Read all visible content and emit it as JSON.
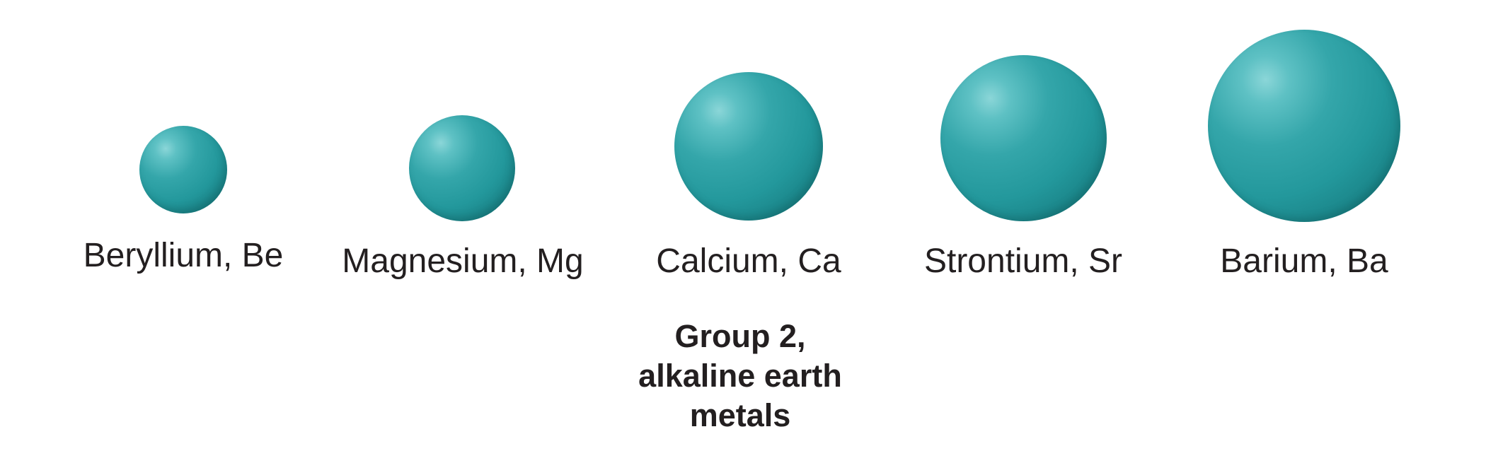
{
  "elements": [
    {
      "name": "Beryllium",
      "symbol": "Be",
      "label": "Beryllium, Be"
    },
    {
      "name": "Magnesium",
      "symbol": "Mg",
      "label": "Magnesium, Mg"
    },
    {
      "name": "Calcium",
      "symbol": "Ca",
      "label": "Calcium, Ca"
    },
    {
      "name": "Strontium",
      "symbol": "Sr",
      "label": "Strontium, Sr"
    },
    {
      "name": "Barium",
      "symbol": "Ba",
      "label": "Barium, Ba"
    }
  ],
  "group_title": {
    "line1": "Group 2,",
    "line2": "alkaline earth",
    "line3": "metals"
  },
  "colors": {
    "sphere": "#23989c",
    "text": "#231f20"
  }
}
